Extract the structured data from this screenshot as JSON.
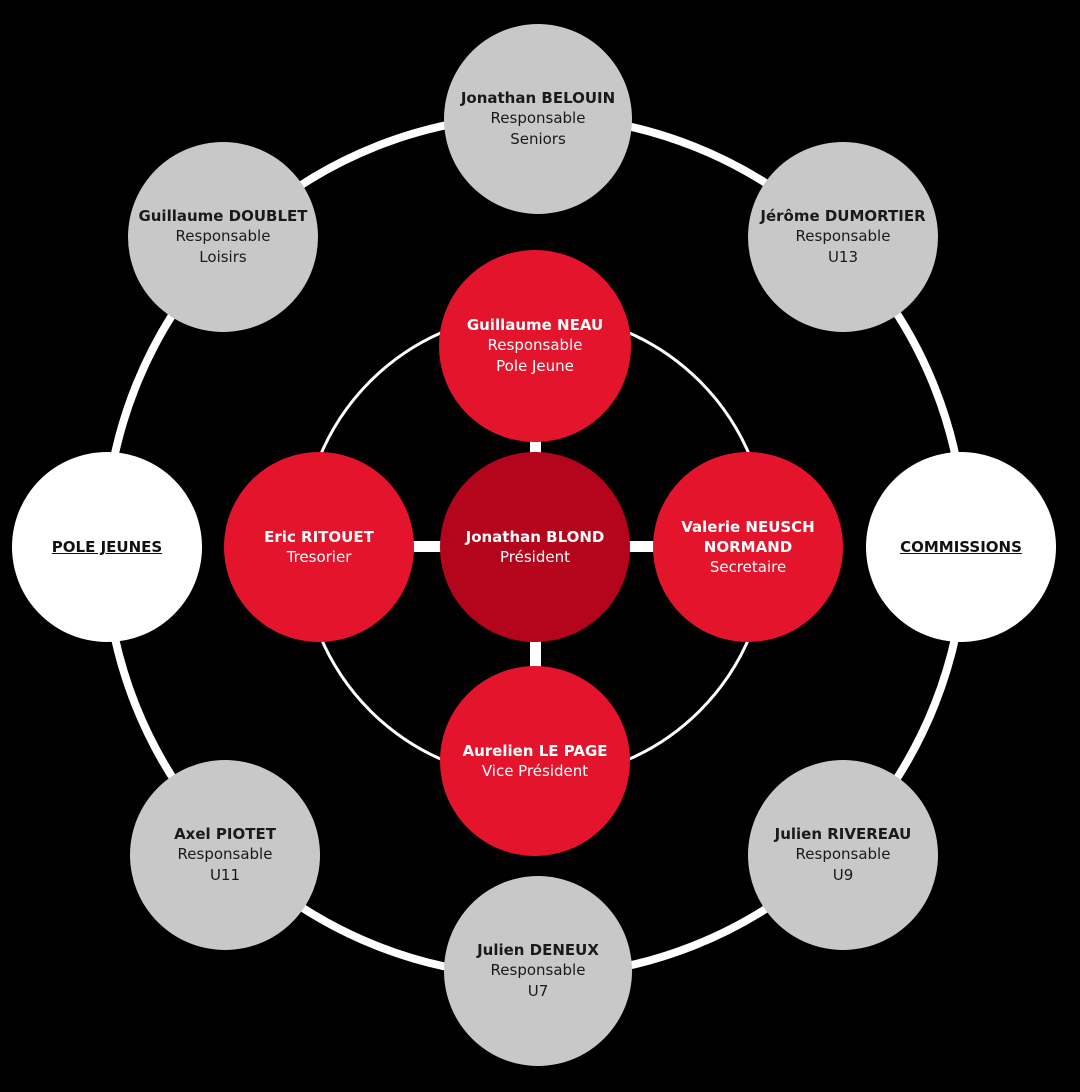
{
  "colors": {
    "background": "#000000",
    "ring": "#ffffff",
    "grey_node": "#c8c8c8",
    "red_node": "#e4142c",
    "president_node": "#b5051c",
    "pole_node": "#ffffff"
  },
  "president": {
    "name": "Jonathan BLOND",
    "role": "Président"
  },
  "bureau": {
    "top": {
      "name": "Guillaume NEAU",
      "role_1": "Responsable",
      "role_2": "Pole Jeune"
    },
    "left": {
      "name": "Eric RITOUET",
      "role": "Tresorier"
    },
    "right": {
      "name_1": "Valerie NEUSCH",
      "name_2": "NORMAND",
      "role": "Secretaire"
    },
    "bottom": {
      "name": "Aurelien LE PAGE",
      "role": "Vice Président"
    }
  },
  "poles": {
    "left": "POLE JEUNES",
    "right": "COMMISSIONS"
  },
  "responsables": {
    "top": {
      "name": "Jonathan BELOUIN",
      "role": "Responsable",
      "team": "Seniors"
    },
    "top_right": {
      "name": "Jérôme DUMORTIER",
      "role": "Responsable",
      "team": "U13"
    },
    "bottom_right": {
      "name": "Julien RIVEREAU",
      "role": "Responsable",
      "team": "U9"
    },
    "bottom": {
      "name": "Julien DENEUX",
      "role": "Responsable",
      "team": "U7"
    },
    "bottom_left": {
      "name": "Axel PIOTET",
      "role": "Responsable",
      "team": "U11"
    },
    "top_left": {
      "name": "Guillaume DOUBLET",
      "role": "Responsable",
      "team": "Loisirs"
    }
  }
}
